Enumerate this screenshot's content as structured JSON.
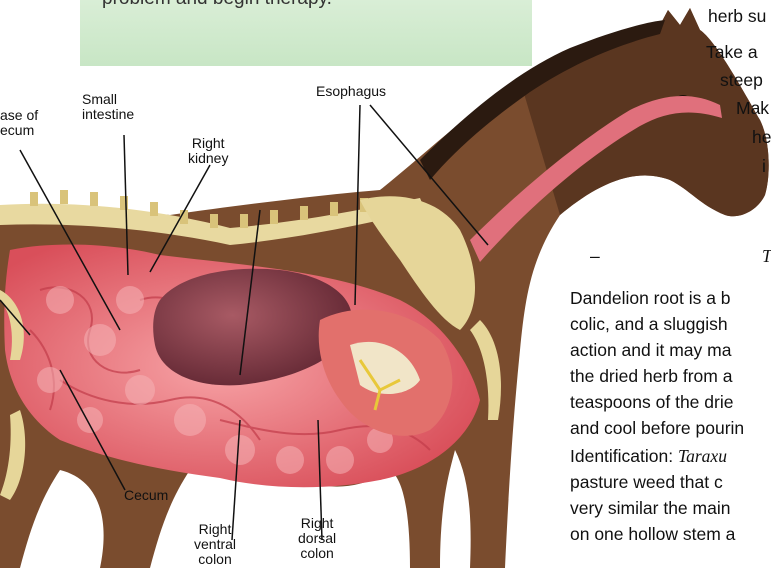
{
  "intro": {
    "text": "problem and begin therapy."
  },
  "labels": {
    "base_of_cecum_1": "ase of",
    "base_of_cecum_2": "ecum",
    "small_intestine_1": "Small",
    "small_intestine_2": "intestine",
    "right_kidney_1": "Right",
    "right_kidney_2": "kidney",
    "esophagus": "Esophagus",
    "cecum": "Cecum",
    "right_ventral_1": "Right",
    "right_ventral_2": "ventral",
    "right_ventral_3": "colon",
    "right_dorsal_1": "Right",
    "right_dorsal_2": "dorsal",
    "right_dorsal_3": "colon"
  },
  "right_column": {
    "lines": [
      "herb su",
      "Take a",
      "steep",
      "Mak",
      "he",
      "i"
    ],
    "dash": "–",
    "t": "T"
  },
  "body_text": {
    "lines": [
      "Dandelion root is a b",
      "colic, and a sluggish",
      "action and it may ma",
      "the dried herb from a",
      "teaspoons of the drie",
      "and cool before pourin",
      "Identification: ",
      "pasture weed that c",
      "very similar the main",
      "on one hollow stem a"
    ],
    "taraxu": "Taraxu"
  }
}
